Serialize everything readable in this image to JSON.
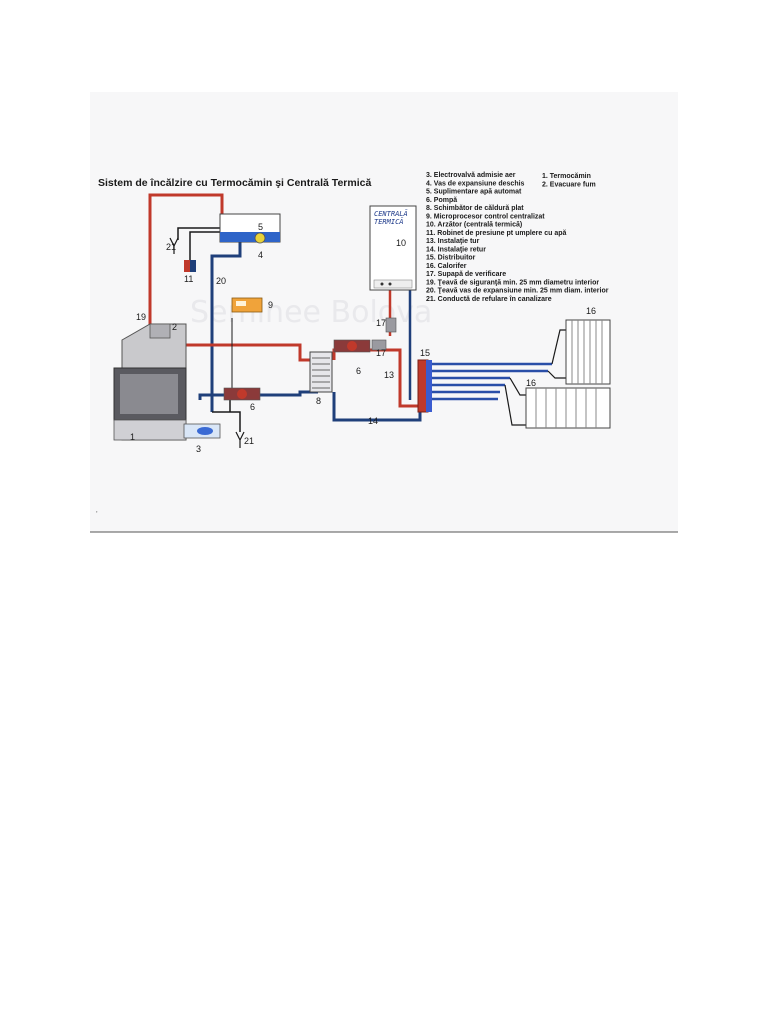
{
  "diagram": {
    "title": "Sistem de încălzire cu Termocămin şi Centrală Termică",
    "watermark": "Seminee Bolova",
    "boiler_handwritten": [
      "CENTRALĂ",
      "TERMICĂ"
    ],
    "legend_right": [
      "1. Termocămin",
      "2. Evacuare fum"
    ],
    "legend_main": [
      "3. Electrovalvă admisie aer",
      "4. Vas de expansiune deschis",
      "5. Suplimentare apă automat",
      "6. Pompă",
      "8. Schimbător de căldură plat",
      "9. Microprocesor control centralizat",
      "10. Arzător (centrală termică)",
      "11. Robinet de presiune pt umplere cu apă",
      "13. Instalaţie tur",
      "14. Instalaţie retur",
      "15. Distribuitor",
      "16. Calorifer",
      "17. Supapă de verificare",
      "19. Ţeavă de siguranţă min. 25 mm diametru interior",
      "20. Ţeavă vas de expansiune min. 25 mm diam. interior",
      "21. Conductă de refulare în canalizare"
    ],
    "labels": {
      "n1": "1",
      "n2": "2",
      "n3": "3",
      "n4": "4",
      "n5": "5",
      "n6a": "6",
      "n6b": "6",
      "n8": "8",
      "n9": "9",
      "n10": "10",
      "n11": "11",
      "n13": "13",
      "n14": "14",
      "n15": "15",
      "n16a": "16",
      "n16b": "16",
      "n17a": "17",
      "n17b": "17",
      "n19": "19",
      "n20": "20",
      "n21a": "21",
      "n21b": "21"
    },
    "colors": {
      "supply_pipe": "#c0392b",
      "return_pipe": "#1f3f7a",
      "cold_pipe": "#1a1a1a",
      "expansion_water": "#2e64c8",
      "controller": "#f0a33a"
    }
  }
}
